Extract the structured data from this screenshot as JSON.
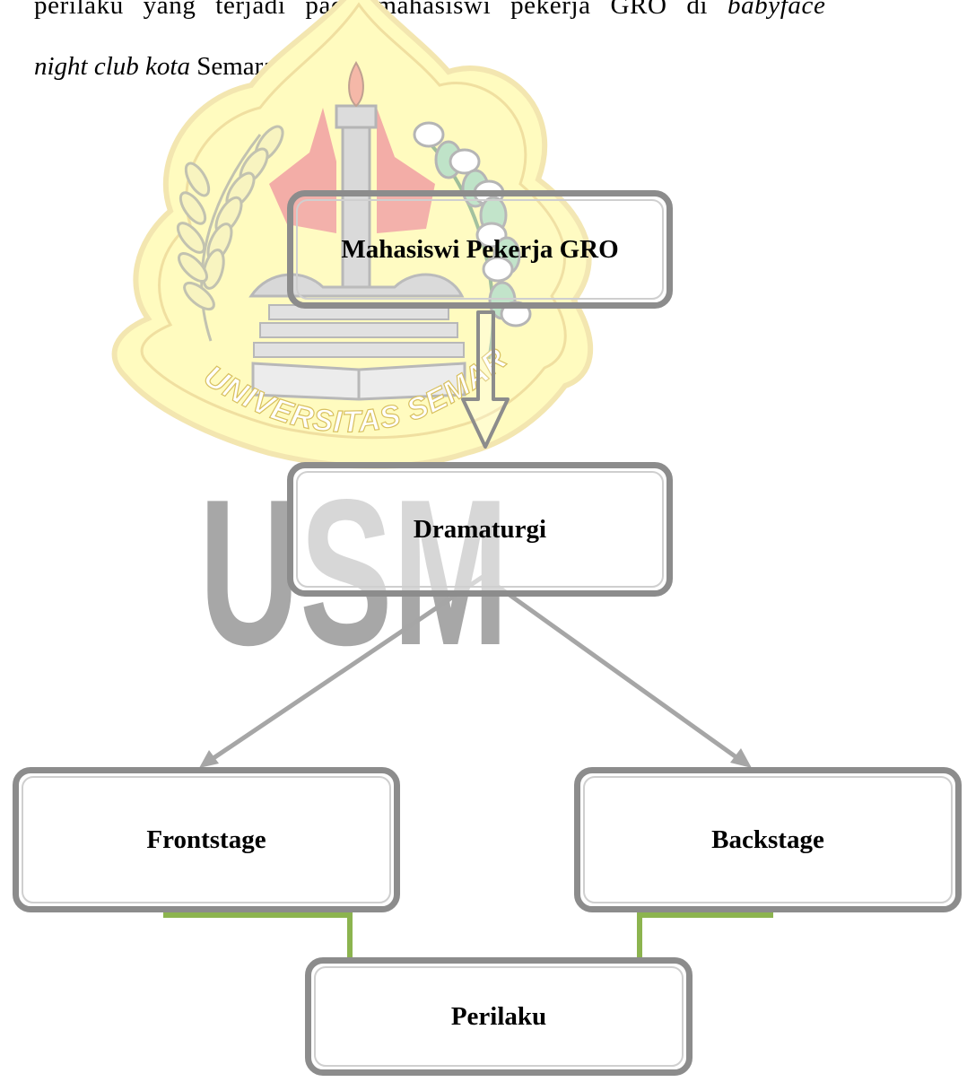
{
  "document": {
    "paragraph_line1": "perilaku yang terjadi pada mahasiswi pekerja GRO di",
    "paragraph_line1_italic": "babyface",
    "paragraph_line2_italic": "night club kota",
    "paragraph_line2_rest": "Semarang."
  },
  "watermark": {
    "seal_text": "UNIVERSITAS SEMARANG",
    "big_text": "USM"
  },
  "diagram": {
    "nodes": {
      "mahasiswa": "Mahasiswi Pekerja GRO",
      "dramaturgi": "Dramaturgi",
      "frontstage": "Frontstage",
      "backstage": "Backstage",
      "perilaku": "Perilaku"
    },
    "colors": {
      "box_border": "#8c8c8c",
      "arrow_gray": "#a6a6a6",
      "arrow_green": "#8cb44f"
    }
  }
}
